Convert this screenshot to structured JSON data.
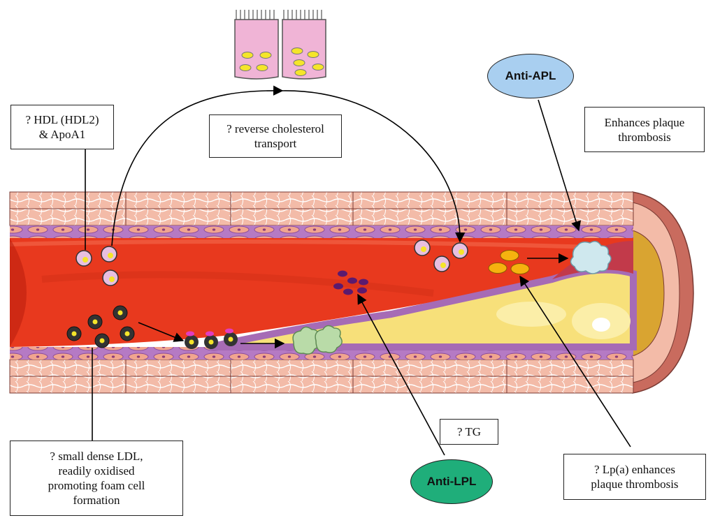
{
  "labels": {
    "hdl": [
      "? HDL (HDL2)",
      "& ApoA1"
    ],
    "reverse": [
      "? reverse cholesterol",
      "transport"
    ],
    "enhances": [
      "Enhances plaque",
      "thrombosis"
    ],
    "ldl": [
      "? small dense LDL,",
      "readily oxidised",
      "promoting foam cell",
      "formation"
    ],
    "tg": [
      "? TG"
    ],
    "lpa": [
      "? Lp(a) enhances",
      "plaque thrombosis"
    ]
  },
  "badges": {
    "anti_apl": "Anti-APL",
    "anti_lpl": "Anti-LPL"
  },
  "colors": {
    "anti_apl_fill": "#a9cff0",
    "anti_lpl_fill": "#1fae7a",
    "blood": "#e8391e",
    "plaque": "#f7e07a",
    "intima": "#a66bb5",
    "wall": "#f3b8a4",
    "gut_cell": "#f0b4d6",
    "lipid_droplet": "#f5e52a"
  }
}
